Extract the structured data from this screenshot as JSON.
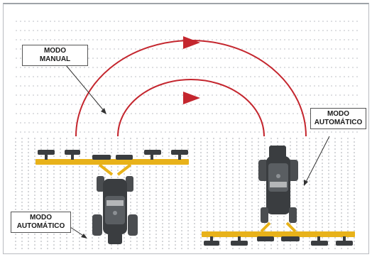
{
  "labels": {
    "manual": {
      "line1": "MODO",
      "line2": "MANUAL"
    },
    "auto_right": {
      "line1": "MODO",
      "line2": "AUTOMÁTICO"
    },
    "auto_left": {
      "line1": "MODO",
      "line2": "AUTOMÁTICO"
    }
  },
  "colors": {
    "arc": "#c4262e",
    "implement": "#e8b21a",
    "tractor": "#3a3d40",
    "tire": "#4a4d50",
    "guide_dots": "#b9bcc0",
    "headland_dots": "#c9ccd0",
    "arrow_line": "#333333"
  },
  "icons": [
    "tractor-icon",
    "implement-bar-icon",
    "turn-arrow-icon"
  ]
}
